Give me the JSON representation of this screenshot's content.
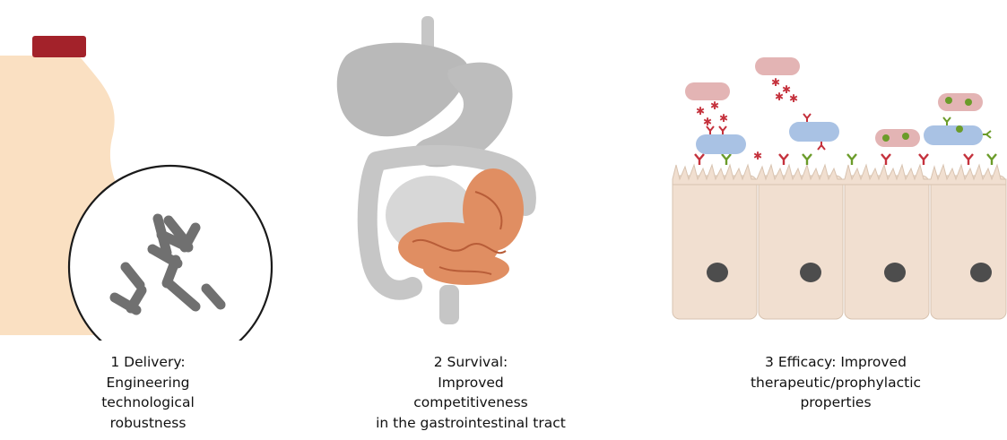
{
  "panels": [
    {
      "caption_lines": [
        "1 Delivery:",
        "Engineering",
        "technological",
        "robustness"
      ]
    },
    {
      "caption_lines": [
        "2 Survival:",
        "Improved",
        "competitiveness",
        "in the gastrointestinal  tract"
      ]
    },
    {
      "caption_lines": [
        "3 Efficacy: Improved",
        "therapeutic/prophylactic",
        "properties"
      ]
    }
  ],
  "colors": {
    "bottle_body": "#fae0c2",
    "bottle_cap": "#a3222a",
    "bacteria": "#707070",
    "organs": "#c6c6c6",
    "intestine": "#e08e62",
    "epithelium": "#f1dfd0",
    "nucleus": "#4d4d4d",
    "pathogen": "#e3b4b4",
    "probiotic": "#a9c2e4",
    "receptor_red": "#c5323d",
    "receptor_green": "#6b9c2a"
  }
}
